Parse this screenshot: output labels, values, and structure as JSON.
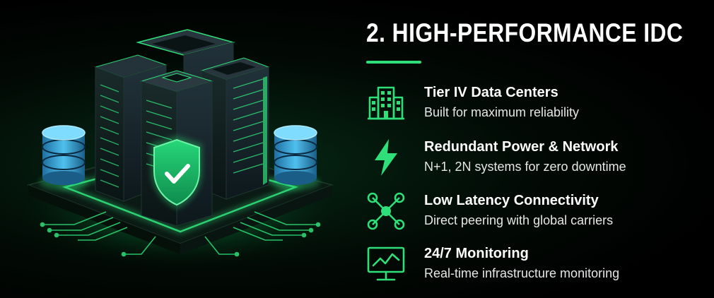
{
  "accent_color": "#2fe07a",
  "heading": "2. HIGH-PERFORMANCE IDC",
  "illustration": {
    "icons": [
      "server-rack-icon",
      "database-icon",
      "shield-check-icon"
    ]
  },
  "features": [
    {
      "icon": "building-icon",
      "title": "Tier IV Data Centers",
      "description": "Built for maximum reliability"
    },
    {
      "icon": "lightning-bolt-icon",
      "title": "Redundant Power & Network",
      "description": "N+1, 2N systems for zero downtime"
    },
    {
      "icon": "network-nodes-icon",
      "title": "Low Latency Connectivity",
      "description": "Direct peering with global carriers"
    },
    {
      "icon": "monitor-chart-icon",
      "title": "24/7 Monitoring",
      "description": "Real-time infrastructure monitoring"
    }
  ]
}
